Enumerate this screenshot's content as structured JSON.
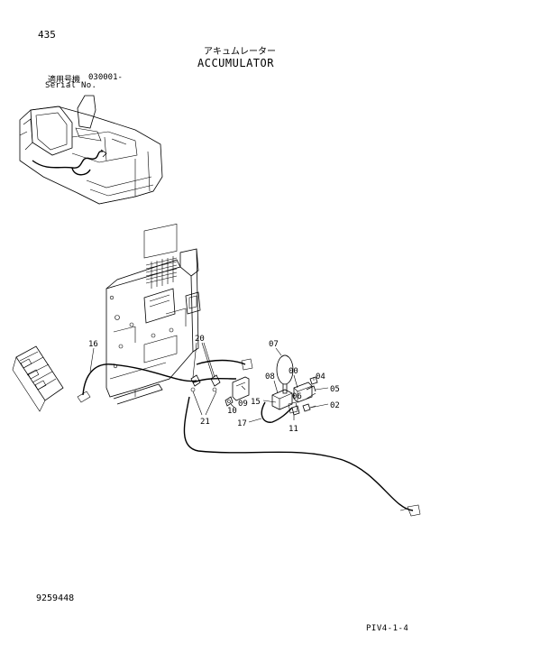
{
  "page_number": "435",
  "title_jp": "アキュムレーター",
  "title_en": "ACCUMULATOR",
  "serial": {
    "label_jp": "適用号機",
    "value": "030001-",
    "label_en": "Serial No."
  },
  "callouts": {
    "p16": "16",
    "p20": "20",
    "p21": "21",
    "p07": "07",
    "p08": "08",
    "p00": "00",
    "p04": "04",
    "p05": "05",
    "p06": "06",
    "p09": "09",
    "p10": "10",
    "p15": "15",
    "p02": "02",
    "p17": "17",
    "p11": "11"
  },
  "doc_number": "9259448",
  "page_code": "PIV4-1-4"
}
